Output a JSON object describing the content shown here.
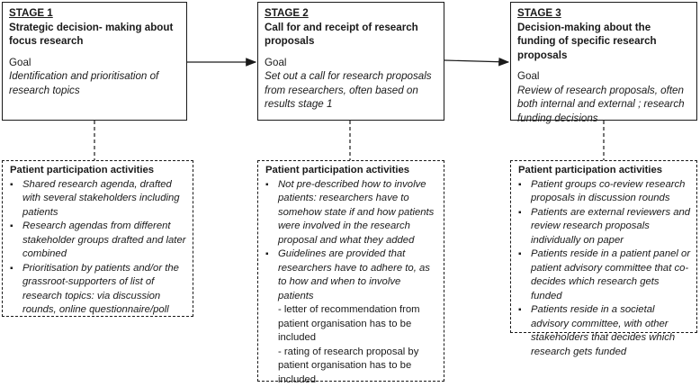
{
  "stages": [
    {
      "label": "STAGE 1",
      "title": "Strategic decision- making about focus research",
      "goal_label": "Goal",
      "goal_text": "Identification and prioritisation of research topics"
    },
    {
      "label": "STAGE 2",
      "title": "Call for and receipt of research proposals",
      "goal_label": "Goal",
      "goal_text": "Set out a call for research proposals from researchers, often based on results stage 1"
    },
    {
      "label": "STAGE 3",
      "title": "Decision-making about the funding of specific research proposals",
      "goal_label": "Goal",
      "goal_text": "Review of research proposals, often both internal and external ; research funding decisions"
    }
  ],
  "activities": [
    {
      "title": "Patient participation  activities",
      "items": [
        "Shared research agenda, drafted with several stakeholders including patients",
        "Research agendas from different stakeholder groups drafted and later combined",
        "Prioritisation by patients and/or the grassroot-supporters of list of research topics: via discussion rounds, online questionnaire/poll"
      ]
    },
    {
      "title": "Patient participation  activities",
      "items": [
        "Not pre-described how to involve patients: researchers have to somehow state if and how patients were involved in the research proposal and what they added",
        "Guidelines are provided that researchers have to adhere to, as to how and when to involve patients"
      ],
      "subnotes": [
        "- letter of recommendation from patient organisation has to be included",
        "- rating of research proposal by patient organisation has to be included"
      ]
    },
    {
      "title": "Patient participation  activities",
      "items": [
        "Patient groups co-review research proposals in discussion rounds",
        "Patients are external reviewers and review research proposals individually on paper",
        "Patients reside in a patient panel or patient advisory committee that co-decides which research gets funded",
        "Patients reside in a societal advisory committee, with other stakeholders that decides which research gets funded"
      ]
    }
  ]
}
